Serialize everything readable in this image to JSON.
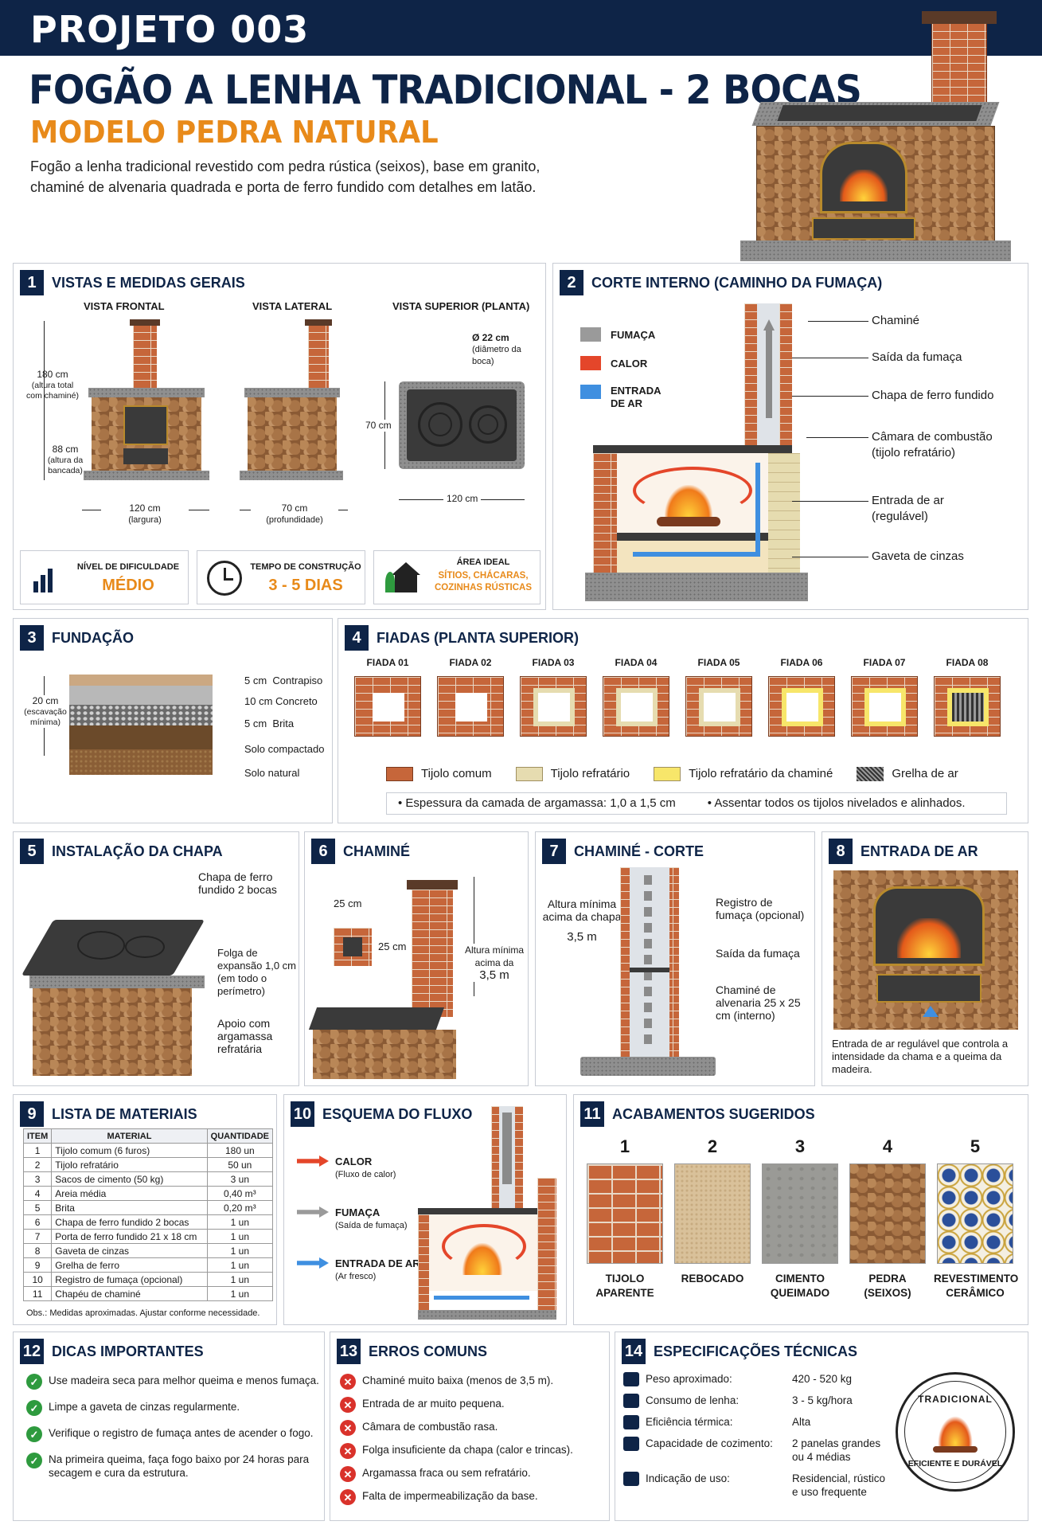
{
  "header": {
    "project": "PROJETO 003",
    "title": "FOGÃO A LENHA TRADICIONAL - 2 BOCAS",
    "subtitle": "MODELO PEDRA NATURAL",
    "description": "Fogão a lenha tradicional revestido com pedra rústica (seixos), base em granito, chaminé de alvenaria quadrada e porta de ferro fundido com detalhes em latão."
  },
  "s1": {
    "num": "1",
    "title": "VISTAS E MEDIDAS GERAIS",
    "front": "VISTA FRONTAL",
    "side": "VISTA LATERAL",
    "top": "VISTA SUPERIOR (PLANTA)",
    "h_total": "180 cm",
    "h_total_note": "(altura total com chaminé)",
    "h_bench": "88 cm",
    "h_bench_note": "(altura da bancada)",
    "width": "120 cm",
    "width_note": "(largura)",
    "depth": "70 cm",
    "depth_note": "(profundidade)",
    "dia": "Ø 22 cm",
    "dia_note": "(diâmetro da boca)",
    "top_depth": "70 cm",
    "top_width": "120 cm",
    "info": [
      {
        "label": "NÍVEL DE DIFICULDADE",
        "value": "MÉDIO",
        "icon": "bar-chart-icon"
      },
      {
        "label": "TEMPO DE CONSTRUÇÃO",
        "value": "3 - 5 DIAS",
        "icon": "clock-icon"
      },
      {
        "label": "ÁREA IDEAL",
        "value": "SÍTIOS, CHÁCARAS, COZINHAS RÚSTICAS",
        "icon": "house-icon"
      }
    ]
  },
  "s2": {
    "num": "2",
    "title": "CORTE INTERNO (CAMINHO DA FUMAÇA)",
    "legend": [
      {
        "label": "FUMAÇA",
        "color": "#9a9a9a"
      },
      {
        "label": "CALOR",
        "color": "#e4462a"
      },
      {
        "label": "ENTRADA DE AR",
        "color": "#3f8fe0"
      }
    ],
    "callouts": [
      "Chaminé",
      "Saída da fumaça",
      "Chapa de ferro fundido",
      "Câmara de combustão (tijolo refratário)",
      "Entrada de ar (regulável)",
      "Gaveta de cinzas"
    ]
  },
  "s3": {
    "num": "3",
    "title": "FUNDAÇÃO",
    "depth": "20 cm",
    "depth_note": "(escavação mínima)",
    "layers": [
      {
        "thick": "5 cm",
        "name": "Contrapiso"
      },
      {
        "thick": "10 cm",
        "name": "Concreto"
      },
      {
        "thick": "5 cm",
        "name": "Brita"
      },
      {
        "thick": "",
        "name": "Solo compactado"
      },
      {
        "thick": "",
        "name": "Solo natural"
      }
    ]
  },
  "s4": {
    "num": "4",
    "title": "FIADAS (PLANTA SUPERIOR)",
    "rows": [
      "FIADA 01",
      "FIADA 02",
      "FIADA 03",
      "FIADA 04",
      "FIADA 05",
      "FIADA 06",
      "FIADA 07",
      "FIADA 08"
    ],
    "legend": [
      {
        "label": "Tijolo comum",
        "color": "#c6663a"
      },
      {
        "label": "Tijolo refratário",
        "color": "#e6dcb0"
      },
      {
        "label": "Tijolo refratário da chaminé",
        "color": "#f7e66a"
      },
      {
        "label": "Grelha de ar",
        "color": "#555555"
      }
    ],
    "notes": [
      "Espessura da camada de argamassa: 1,0 a 1,5 cm",
      "Assentar todos os tijolos nivelados e alinhados."
    ]
  },
  "s5": {
    "num": "5",
    "title": "INSTALAÇÃO DA CHAPA",
    "c1": "Chapa de ferro fundido 2 bocas",
    "c2": "Folga de expansão 1,0 cm (em todo o perímetro)",
    "c3": "Apoio com argamassa refratária"
  },
  "s6": {
    "num": "6",
    "title": "CHAMINÉ",
    "w": "25 cm",
    "h": "25 cm",
    "min": "Altura mínima acima da chapa",
    "min_val": "3,5 m"
  },
  "s7": {
    "num": "7",
    "title": "CHAMINÉ - CORTE",
    "min": "Altura mínima acima da chapa",
    "min_val": "3,5 m",
    "c1": "Registro de fumaça (opcional)",
    "c2": "Saída da fumaça",
    "c3": "Chaminé de alvenaria 25 x 25 cm (interno)"
  },
  "s8": {
    "num": "8",
    "title": "ENTRADA DE AR",
    "text": "Entrada de ar regulável que controla a intensidade da chama e a queima da madeira."
  },
  "s9": {
    "num": "9",
    "title": "LISTA DE MATERIAIS",
    "headers": [
      "ITEM",
      "MATERIAL",
      "QUANTIDADE"
    ],
    "rows": [
      [
        "1",
        "Tijolo comum (6 furos)",
        "180 un"
      ],
      [
        "2",
        "Tijolo refratário",
        "50 un"
      ],
      [
        "3",
        "Sacos de cimento (50 kg)",
        "3 un"
      ],
      [
        "4",
        "Areia média",
        "0,40 m³"
      ],
      [
        "5",
        "Brita",
        "0,20 m³"
      ],
      [
        "6",
        "Chapa de ferro fundido 2 bocas",
        "1 un"
      ],
      [
        "7",
        "Porta de ferro fundido 21 x 18 cm",
        "1 un"
      ],
      [
        "8",
        "Gaveta de cinzas",
        "1 un"
      ],
      [
        "9",
        "Grelha de ferro",
        "1 un"
      ],
      [
        "10",
        "Registro de fumaça (opcional)",
        "1 un"
      ],
      [
        "11",
        "Chapéu de chaminé",
        "1 un"
      ]
    ],
    "note": "Obs.: Medidas aproximadas. Ajustar conforme necessidade."
  },
  "s10": {
    "num": "10",
    "title": "ESQUEMA DO FLUXO",
    "items": [
      {
        "label": "CALOR",
        "note": "(Fluxo de calor)",
        "color": "#e4462a"
      },
      {
        "label": "FUMAÇA",
        "note": "(Saída de fumaça)",
        "color": "#9a9a9a"
      },
      {
        "label": "ENTRADA DE AR",
        "note": "(Ar fresco)",
        "color": "#3f8fe0"
      }
    ]
  },
  "s11": {
    "num": "11",
    "title": "ACABAMENTOS SUGERIDOS",
    "items": [
      {
        "n": "1",
        "label": "TIJOLO APARENTE"
      },
      {
        "n": "2",
        "label": "REBOCADO"
      },
      {
        "n": "3",
        "label": "CIMENTO QUEIMADO"
      },
      {
        "n": "4",
        "label": "PEDRA (SEIXOS)"
      },
      {
        "n": "5",
        "label": "REVESTIMENTO CERÂMICO"
      }
    ]
  },
  "s12": {
    "num": "12",
    "title": "DICAS IMPORTANTES",
    "items": [
      "Use madeira seca para melhor queima e menos fumaça.",
      "Limpe a gaveta de cinzas regularmente.",
      "Verifique o registro de fumaça antes de acender o fogo.",
      "Na primeira queima, faça fogo baixo por 24 horas para secagem e cura da estrutura."
    ]
  },
  "s13": {
    "num": "13",
    "title": "ERROS COMUNS",
    "items": [
      "Chaminé muito baixa (menos de 3,5 m).",
      "Entrada de ar muito pequena.",
      "Câmara de combustão rasa.",
      "Folga insuficiente da chapa (calor e trincas).",
      "Argamassa fraca ou sem refratário.",
      "Falta de impermeabilização da base."
    ]
  },
  "s14": {
    "num": "14",
    "title": "ESPECIFICAÇÕES TÉCNICAS",
    "rows": [
      {
        "k": "Peso aproximado:",
        "v": "420 - 520 kg",
        "icon": "weight-icon"
      },
      {
        "k": "Consumo de lenha:",
        "v": "3 - 5 kg/hora",
        "icon": "fire-icon"
      },
      {
        "k": "Eficiência térmica:",
        "v": "Alta",
        "icon": "flame-icon"
      },
      {
        "k": "Capacidade de cozimento:",
        "v": "2 panelas grandes ou 4 médias",
        "icon": "pot-icon"
      },
      {
        "k": "Indicação de uso:",
        "v": "Residencial, rústico e uso frequente",
        "icon": "tag-icon"
      }
    ],
    "badge_top": "TRADICIONAL",
    "badge_bottom": "EFICIENTE E DURÁVEL"
  }
}
